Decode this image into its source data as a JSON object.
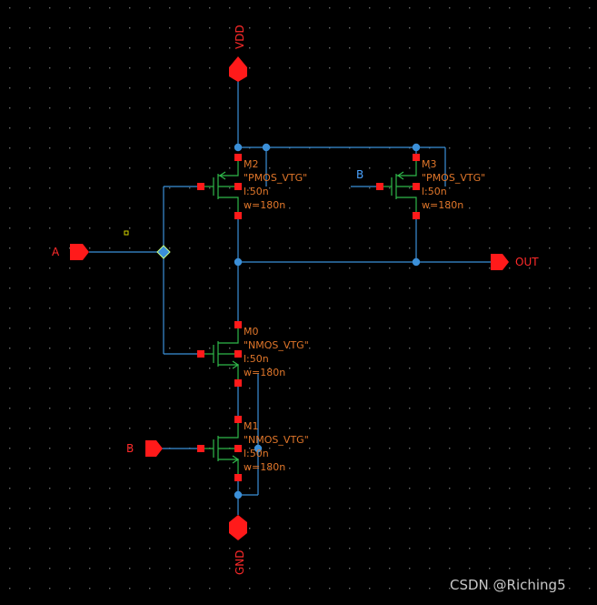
{
  "colors": {
    "wire": "#3b8fd8",
    "device": "#2fb84a",
    "pin": "#ff1a1a",
    "label": "#e0762a",
    "grid": "#6a6a6a",
    "background": "#000000"
  },
  "pins": {
    "vdd": "VDD",
    "gnd": "GND",
    "a": "A",
    "b": "B",
    "out": "OUT"
  },
  "wire_label_b": "B",
  "transistors": [
    {
      "name": "M2",
      "model": "\"PMOS_VTG\"",
      "l": "l:50n",
      "w": "w=180n"
    },
    {
      "name": "M3",
      "model": "\"PMOS_VTG\"",
      "l": "l:50n",
      "w": "w=180n"
    },
    {
      "name": "M0",
      "model": "\"NMOS_VTG\"",
      "l": "l:50n",
      "w": "w=180n"
    },
    {
      "name": "M1",
      "model": "\"NMOS_VTG\"",
      "l": "l:50n",
      "w": "w=180n"
    }
  ],
  "watermark": "CSDN @Riching5"
}
